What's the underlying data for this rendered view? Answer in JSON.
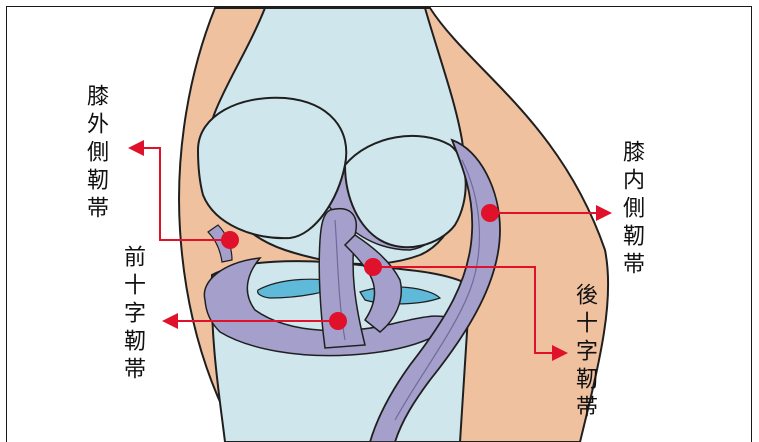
{
  "labels": {
    "lateral_collateral": "膝外側靭帯",
    "medial_collateral": "膝内側靭帯",
    "anterior_cruciate": "前十字靭帯",
    "posterior_cruciate": "後十字靭帯"
  },
  "colors": {
    "skin": "#efc19f",
    "bone": "#cfe6ec",
    "ligament": "#a59fcb",
    "ligament_dark": "#6f6a9c",
    "meniscus_gap": "#5fb9d9",
    "marker": "#e0112a",
    "outline": "#1f1f1f"
  }
}
